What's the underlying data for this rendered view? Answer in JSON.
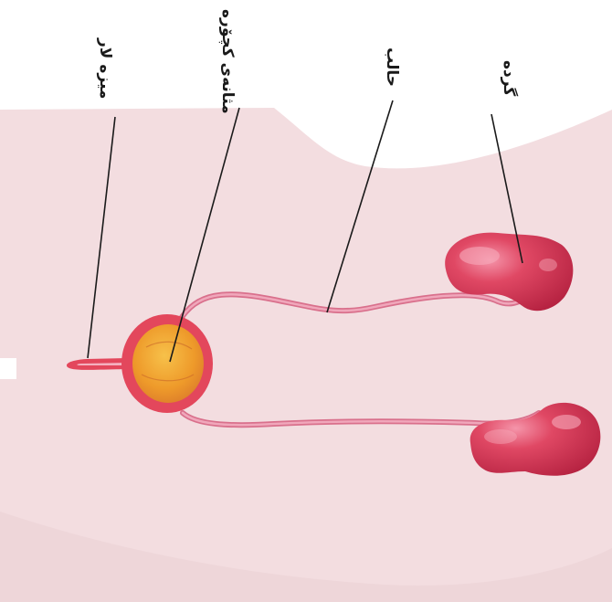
{
  "diagram": {
    "labels": {
      "kidney": "گرده",
      "ureter": "حالب",
      "bladder": "مثانه‌ی کچۆره",
      "urethra": "میزه لار"
    },
    "colors": {
      "body": "#f3dde0",
      "kidney": "#d0304e",
      "kidney_highlight": "#f08aa0",
      "tube": "#e58aa2",
      "bladder_outer": "#e3475c",
      "bladder_inner": "#f0a02c",
      "leader_line": "#1a1a1a"
    }
  }
}
